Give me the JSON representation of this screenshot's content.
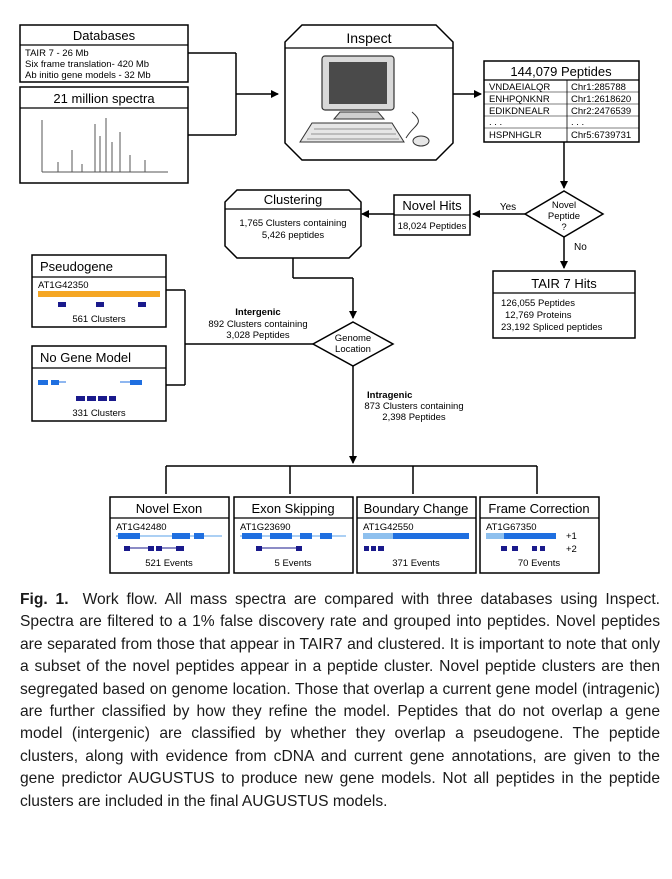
{
  "databases": {
    "title": "Databases",
    "lines": [
      "TAIR 7 - 26 Mb",
      "Six frame translation- 420 Mb",
      "Ab initio gene models - 32 Mb"
    ]
  },
  "spectra": {
    "title": "21 million spectra"
  },
  "inspect": {
    "title": "Inspect"
  },
  "peptides": {
    "title": "144,079 Peptides",
    "rows": [
      {
        "seq": "VNDAEIALQR",
        "loc": "Chr1:285788"
      },
      {
        "seq": "ENHPQNKNR",
        "loc": "Chr1:2618620"
      },
      {
        "seq": "EDIKDNEALR",
        "loc": "Chr2:2476539"
      },
      {
        "seq": ". . .",
        "loc": ". . ."
      },
      {
        "seq": "HSPNHGLR",
        "loc": "Chr5:6739731"
      }
    ]
  },
  "novel_peptide": {
    "label1": "Novel",
    "label2": "Peptide",
    "label3": "?",
    "yes": "Yes",
    "no": "No"
  },
  "novel_hits": {
    "title": "Novel Hits",
    "body": "18,024 Peptides"
  },
  "tair_hits": {
    "title": "TAIR 7 Hits",
    "lines": [
      "126,055 Peptides",
      "12,769 Proteins",
      "23,192 Spliced peptides"
    ]
  },
  "clustering": {
    "title": "Clustering",
    "line1": "1,765 Clusters containing",
    "line2": "5,426 peptides"
  },
  "genome_location": {
    "line1": "Genome",
    "line2": "Location"
  },
  "intergenic": {
    "title": "Intergenic",
    "line1": "892 Clusters containing",
    "line2": "3,028 Peptides"
  },
  "intragenic": {
    "title": "Intragenic",
    "line1": "873 Clusters containing",
    "line2": "2,398 Peptides"
  },
  "pseudogene": {
    "title": "Pseudogene",
    "gene": "AT1G42350",
    "count": "561 Clusters"
  },
  "no_gene_model": {
    "title": "No Gene Model",
    "count": "331 Clusters"
  },
  "categories": [
    {
      "title": "Novel Exon",
      "gene": "AT1G42480",
      "count": "521 Events"
    },
    {
      "title": "Exon Skipping",
      "gene": "AT1G23690",
      "count": "5 Events"
    },
    {
      "title": "Boundary Change",
      "gene": "AT1G42550",
      "count": "371 Events"
    },
    {
      "title": "Frame Correction",
      "gene": "AT1G67350",
      "count": "70 Events",
      "frame1": "+1",
      "frame2": "+2"
    }
  ],
  "caption": {
    "label": "Fig. 1.",
    "text": "Work flow. All mass spectra are compared with three databases using Inspect. Spectra are filtered to a 1% false discovery rate and grouped into peptides. Novel peptides are separated from those that appear in TAIR7 and clustered. It is important to note that only a subset of the novel peptides appear in a peptide cluster. Novel peptide clusters are then segregated based on genome location. Those that overlap a current gene model (intragenic) are further classified by how they refine the model. Peptides that do not overlap a gene model (intergenic) are classified by whether they overlap a pseudogene. The peptide clusters, along with evidence from cDNA and current gene annotations, are given to the gene predictor AUGUSTUS to produce new gene models. Not all peptides in the peptide clusters are included in the final AUGUSTUS models."
  },
  "colors": {
    "dark_blue": "#1a1a8c",
    "blue": "#1f6fe0",
    "light_blue": "#8ec0ee",
    "orange": "#f5a623"
  }
}
